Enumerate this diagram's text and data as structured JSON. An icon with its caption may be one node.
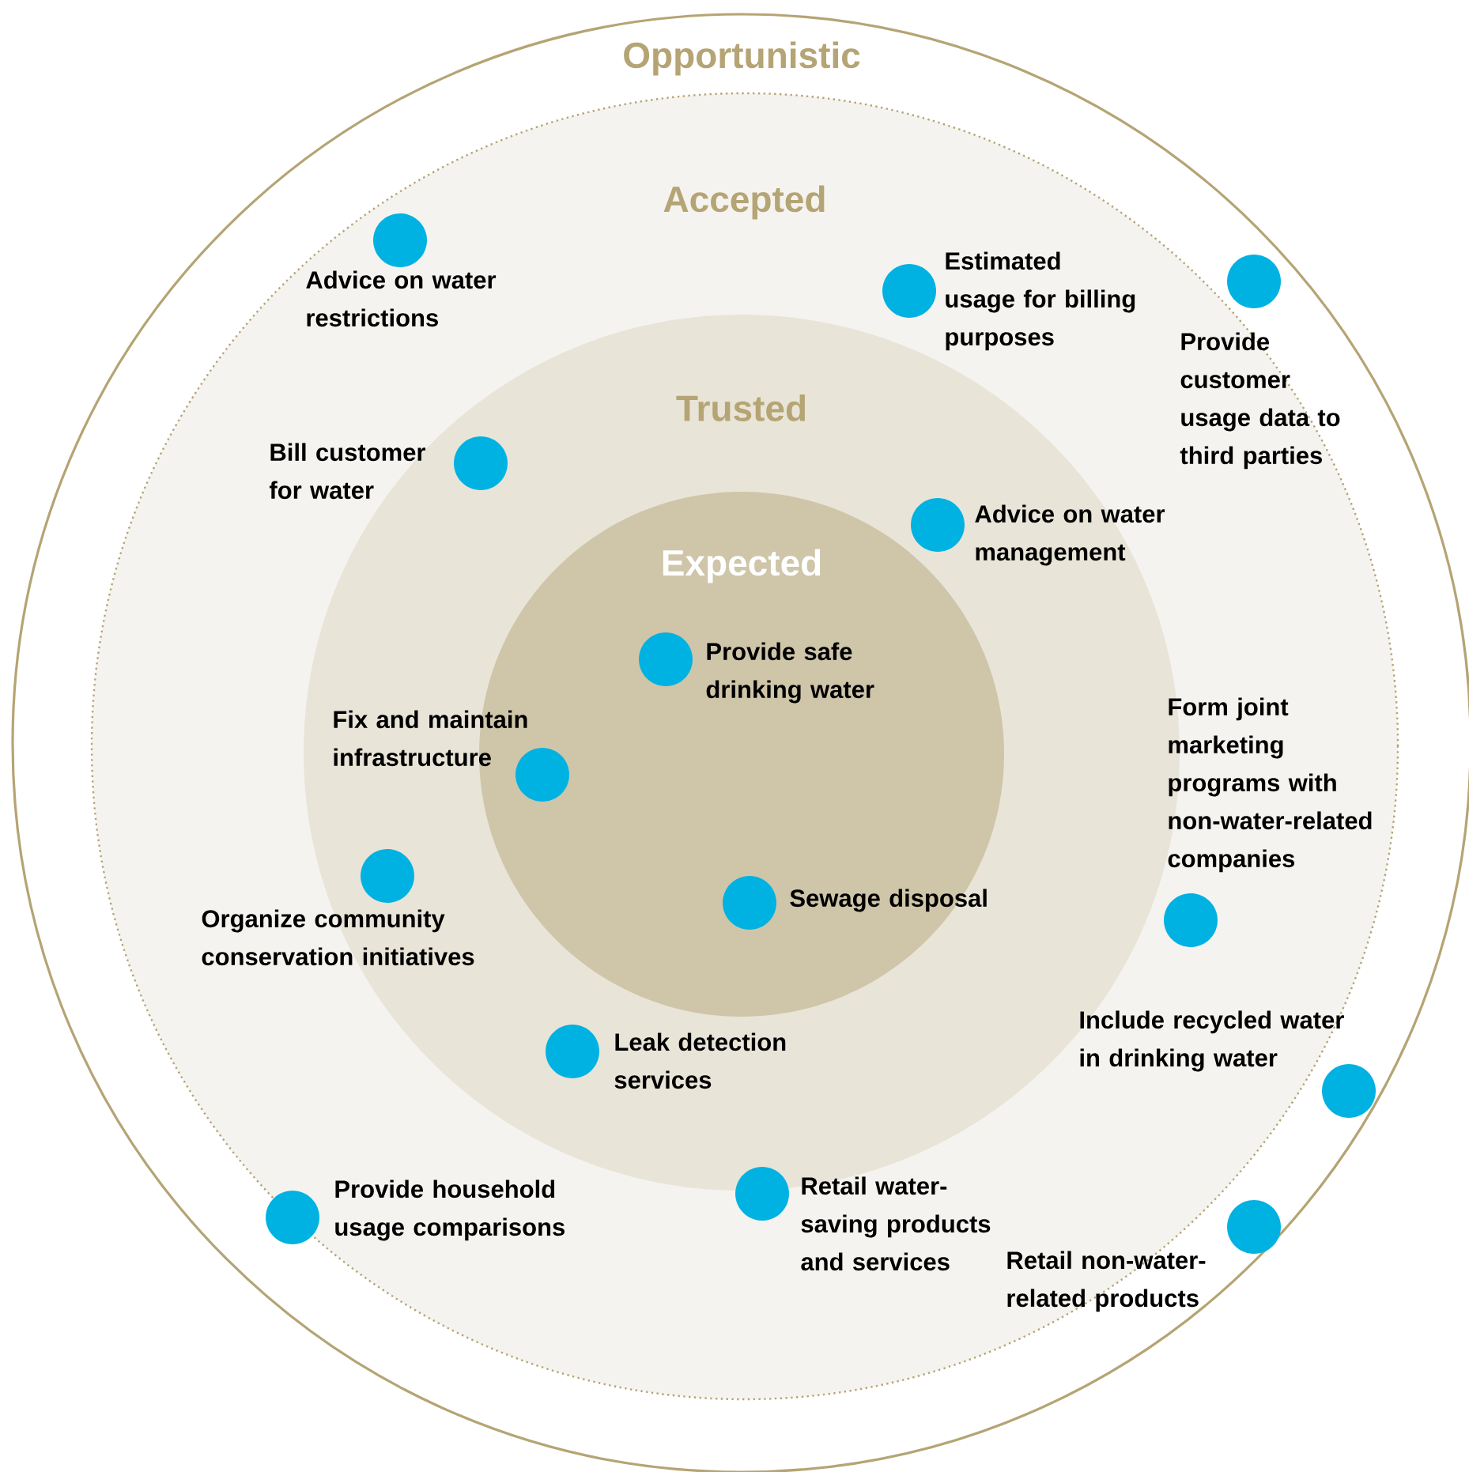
{
  "diagram": {
    "nodes": [
      {
        "text": [
          "Opportunistic"
        ]
      },
      {
        "text": [
          "Accepted"
        ],
        "in": 0
      },
      {
        "text": [
          "Trusted"
        ],
        "in": 1
      },
      {
        "text": [
          "Expected"
        ],
        "in": 2
      },
      {
        "text": [
          "Advice on water restrictions"
        ],
        "in": 1
      },
      {
        "text": [
          "Estimated usage for billing purposes"
        ],
        "in": 1
      },
      {
        "text": [
          "Provide customer usage data to third parties"
        ],
        "in": 0
      },
      {
        "text": [
          "Bill customer for water"
        ],
        "in": 2
      },
      {
        "text": [
          "Advice on water management"
        ],
        "in": 2
      },
      {
        "text": [
          "Provide safe drinking water"
        ],
        "in": 3
      },
      {
        "text": [
          "Fix and maintain infrastructure"
        ],
        "in": 3
      },
      {
        "text": [
          "Form joint marketing programs with non-water-related companies"
        ],
        "in": 1
      },
      {
        "text": [
          "Organize community conservation initiatives"
        ],
        "in": 2
      },
      {
        "text": [
          "Sewage disposal"
        ],
        "in": 3
      },
      {
        "text": [
          "Include recycled water in drinking water"
        ],
        "in": 0
      },
      {
        "text": [
          "Leak detection services"
        ],
        "in": 2
      },
      {
        "text": [
          "Provide household usage comparisons"
        ],
        "in": 0
      },
      {
        "text": [
          "Retail water-saving products and services"
        ],
        "in": 1
      },
      {
        "text": [
          "Retail non-water-related products"
        ],
        "in": 0
      }
    ]
  }
}
